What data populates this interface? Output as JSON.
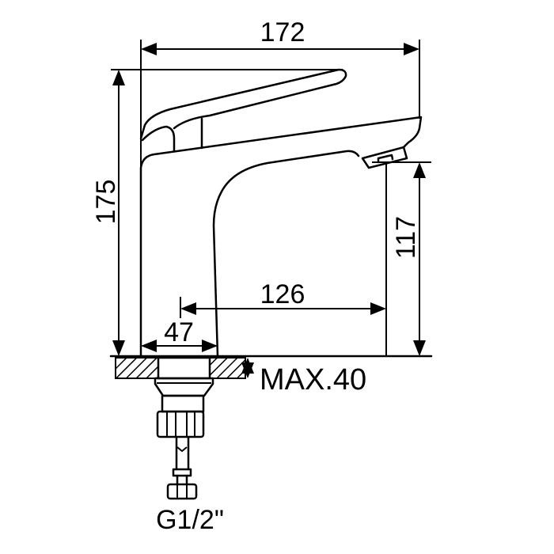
{
  "drawing": {
    "dimensions": {
      "overall_width": "172",
      "overall_height": "175",
      "spout_height": "117",
      "spout_reach": "126",
      "base_diameter": "47",
      "max_counter_thickness": "MAX.40",
      "connection_thread": "G1/2\""
    },
    "colors": {
      "line": "#000000",
      "background": "#ffffff"
    }
  }
}
